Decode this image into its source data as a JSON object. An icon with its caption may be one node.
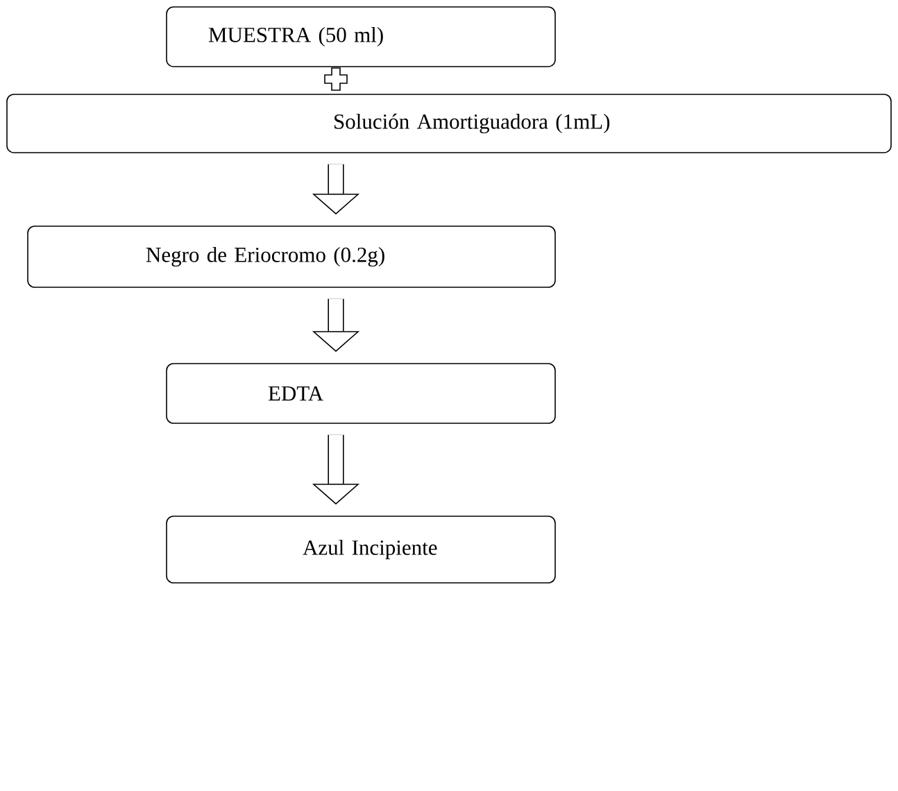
{
  "diagram": {
    "nodes": [
      {
        "text": [
          "MUESTRA (50 ml)"
        ]
      },
      {
        "text": [
          "Solución Amortiguadora (1mL)"
        ]
      },
      {
        "text": [
          "Negro de Eriocromo (0.2g)"
        ]
      },
      {
        "text": [
          "EDTA"
        ]
      },
      {
        "text": [
          "Azul Incipiente"
        ]
      }
    ],
    "edges": [
      {
        "from": 1,
        "to": 2,
        "arrow": "to"
      },
      {
        "from": 2,
        "to": 3,
        "arrow": "to"
      },
      {
        "from": 3,
        "to": 4,
        "arrow": "to"
      }
    ]
  }
}
